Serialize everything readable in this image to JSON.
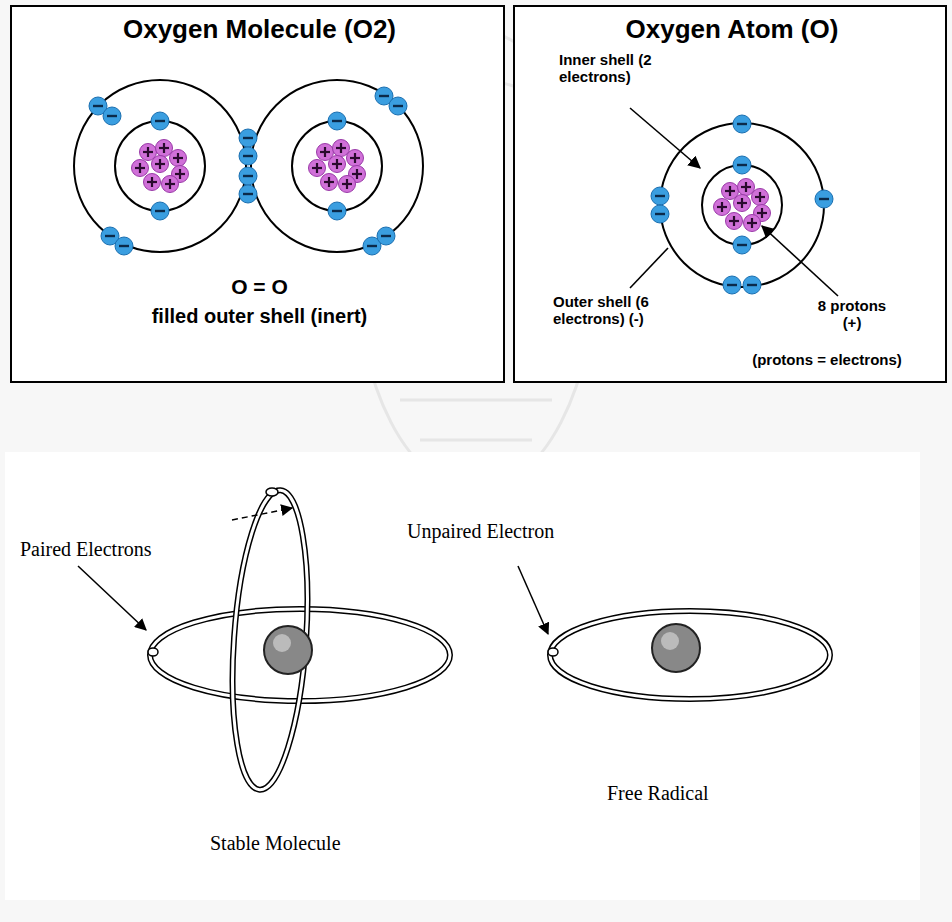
{
  "diagram": {
    "nodes": [
      {
        "text": [
          "Oxygen Molecule (O2)",
          "O = O",
          "filled outer shell (inert)"
        ]
      },
      {
        "text": [
          "Oxygen Atom (O)",
          "Inner shell (2 electrons)",
          "Outer shell (6 electrons) (-)",
          "8 protons (+)",
          "(protons = electrons)"
        ]
      },
      {
        "text": [
          "Paired Electrons",
          "Unpaired Electron",
          "Stable Molecule",
          "Free Radical"
        ]
      }
    ]
  }
}
